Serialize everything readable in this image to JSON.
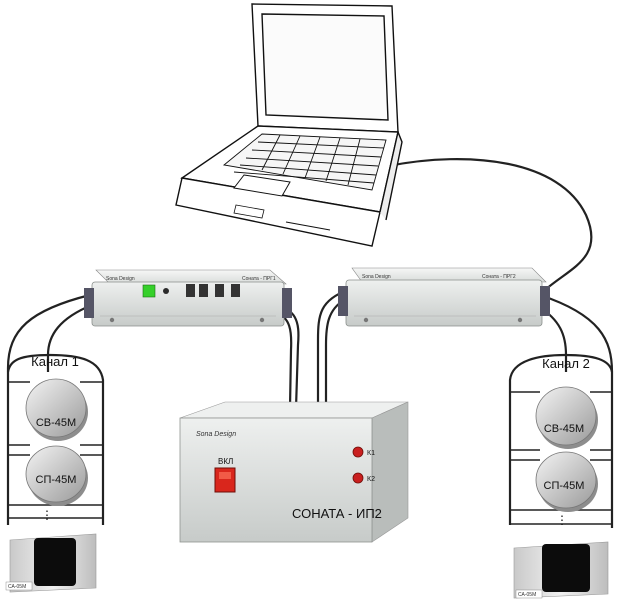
{
  "channels": {
    "left": "Канал 1",
    "right": "Канал 2"
  },
  "sensors": {
    "left_top": "СВ-45М",
    "left_bottom": "СП-45М",
    "right_top": "СВ-45М",
    "right_bottom": "СП-45М",
    "ellipsis": "⋮"
  },
  "base_unit": {
    "title": "СОНАТА - ИП2",
    "brand": "Sonа Design",
    "switch_label": "ВКЛ",
    "k1": "К1",
    "k2": "К2"
  },
  "converters": {
    "left": {
      "brand": "Sona Design",
      "model": "Соната - ПРГ1"
    },
    "right": {
      "brand": "Sona Design",
      "model": "Соната - ПРГ2"
    }
  },
  "accelerometer": {
    "left": "СА-05М",
    "right": "СА-05М"
  },
  "colors": {
    "device": "#dfe3e1",
    "switch": "#d9261c",
    "green_button": "#35d02a",
    "led": "#c91f1f"
  }
}
